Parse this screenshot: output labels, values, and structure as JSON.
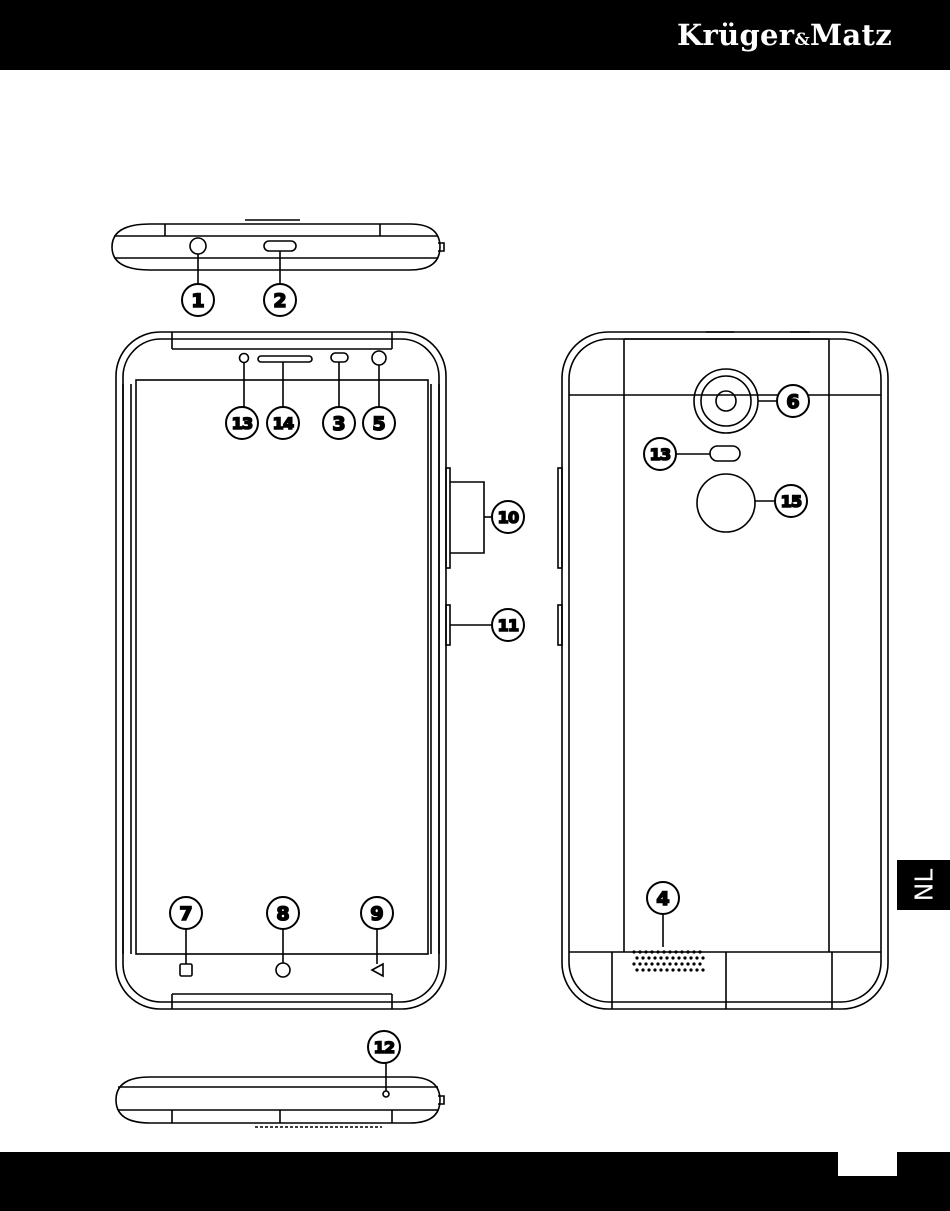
{
  "header": {
    "brand_main": "Krüger",
    "brand_amp": "&",
    "brand_tail": "Matz"
  },
  "language_tab": "NL",
  "callouts": {
    "c1": "1",
    "c2": "2",
    "c13_front": "13",
    "c14": "14",
    "c3": "3",
    "c5": "5",
    "c10": "10",
    "c11": "11",
    "c7": "7",
    "c8": "8",
    "c9": "9",
    "c12": "12",
    "c6": "6",
    "c13_back": "13",
    "c15": "15",
    "c4": "4"
  },
  "colors": {
    "bars": "#000000",
    "background": "#ffffff",
    "line_art": "#000000"
  }
}
